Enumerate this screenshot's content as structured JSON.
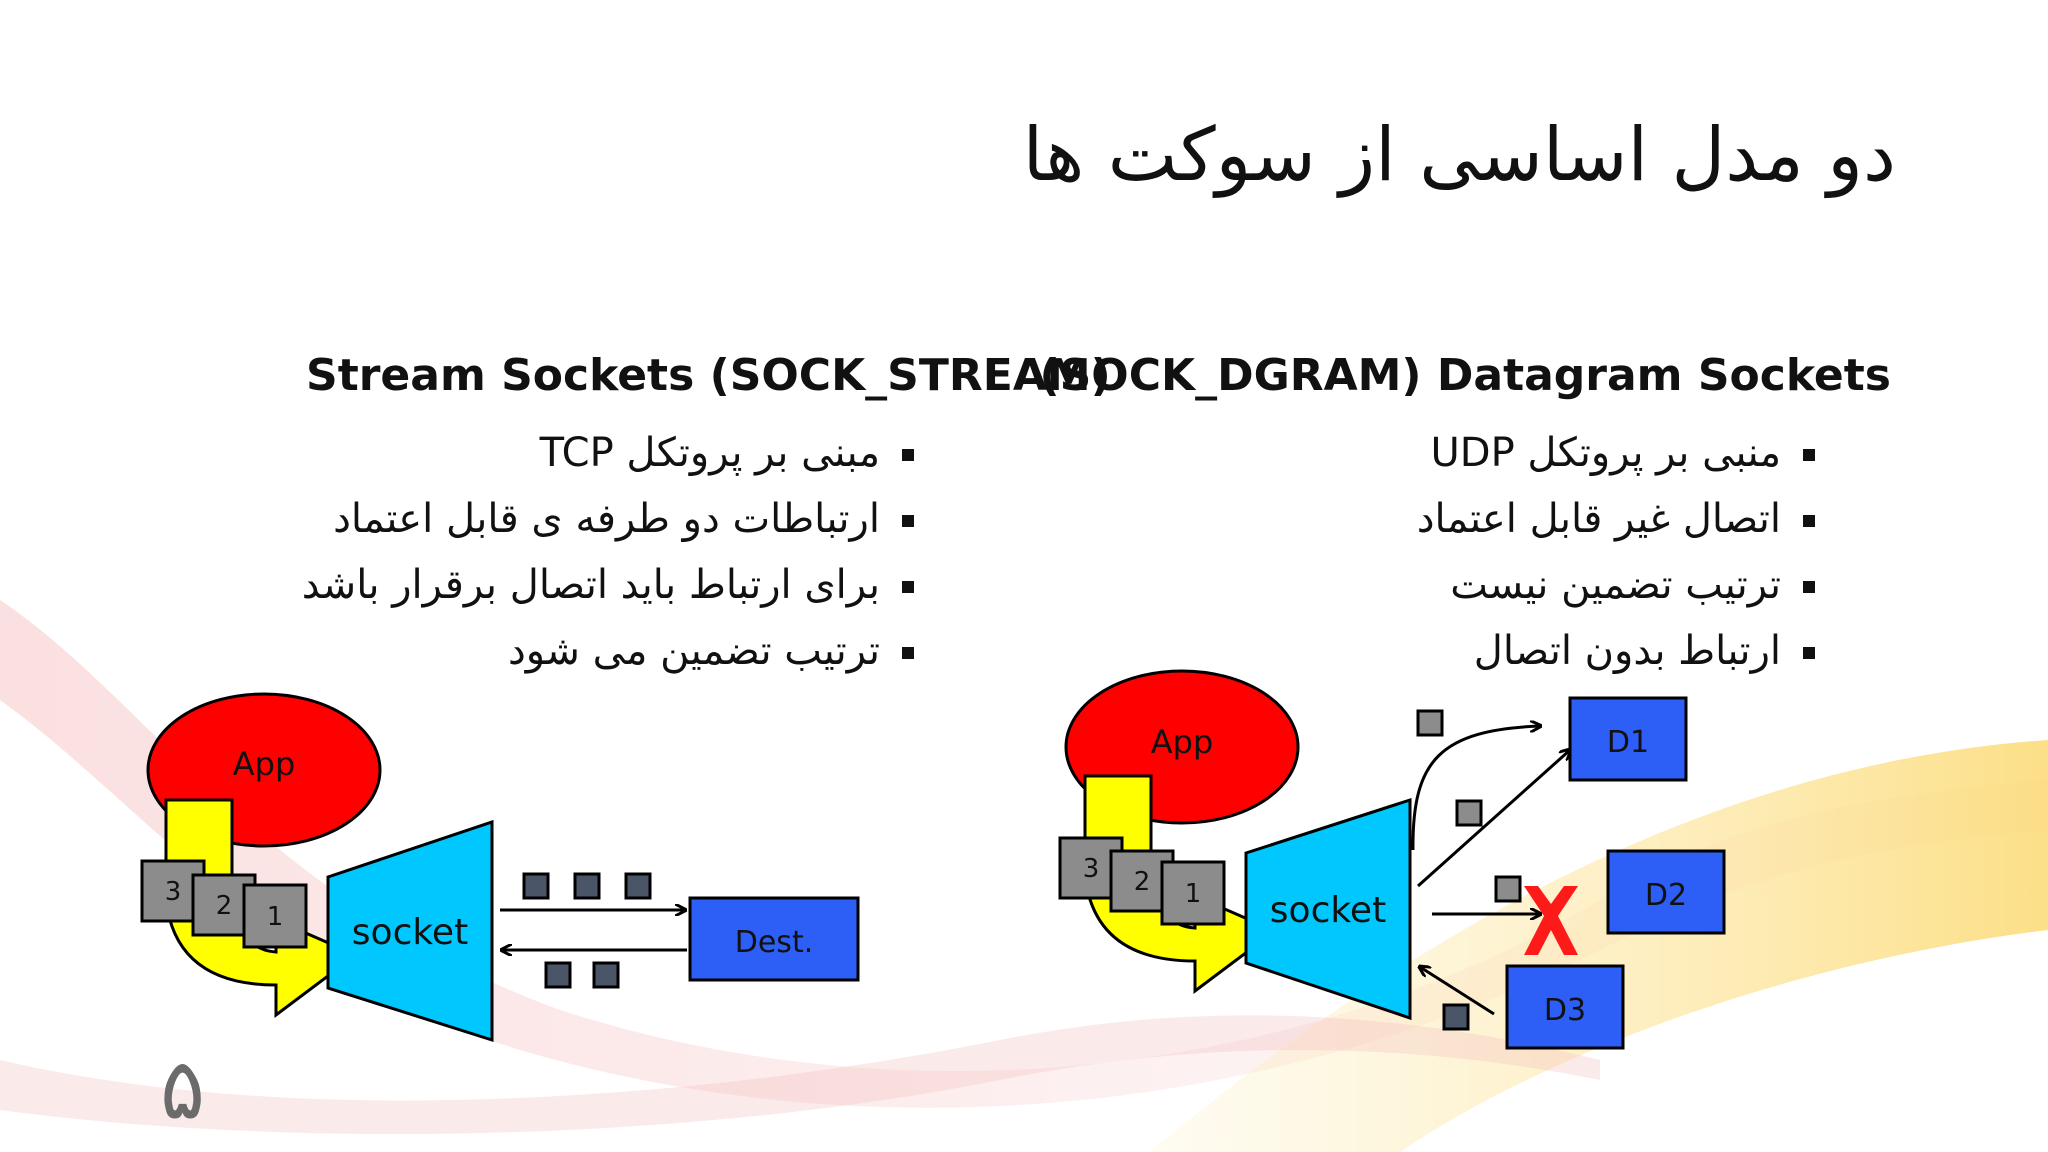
{
  "slide": {
    "title": "دو مدل اساسی از سوکت ها",
    "page_number": "۵"
  },
  "stream": {
    "heading": "Stream Sockets (SOCK_STREAM)",
    "bullets": [
      "مبنی بر پروتکل TCP",
      "ارتباطات دو طرفه ی قابل اعتماد",
      "برای ارتباط باید اتصال برقرار باشد",
      "ترتیب تضمین می شود"
    ],
    "diagram": {
      "app_label": "App",
      "socket_label": "socket",
      "dest_label": "Dest.",
      "packet_labels": [
        "3",
        "2",
        "1"
      ]
    }
  },
  "datagram": {
    "heading": "(SOCK_DGRAM) Datagram Sockets",
    "bullets": [
      "منبی بر پروتکل UDP",
      "اتصال غیر قابل اعتماد",
      "ترتیب تضمین نیست",
      "ارتباط بدون اتصال"
    ],
    "diagram": {
      "app_label": "App",
      "socket_label": "socket",
      "dest_labels": [
        "D1",
        "D2",
        "D3"
      ],
      "packet_labels": [
        "3",
        "2",
        "1"
      ]
    }
  },
  "colors": {
    "app_red": "#ff0000",
    "socket_cyan": "#00c8ff",
    "dest_blue": "#2d5ef5",
    "arrow_yellow": "#ffff00",
    "packet_gray": "#8c8c8c",
    "packet_dark": "#4a5568",
    "cross_red": "#ff1a1a"
  }
}
